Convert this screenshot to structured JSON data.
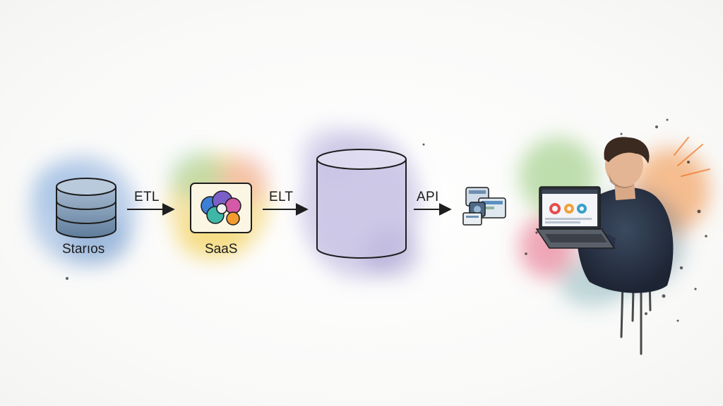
{
  "nodes": {
    "source": {
      "label": "Starıos"
    },
    "saas": {
      "label": "SaaS"
    },
    "warehouse": {
      "label": ""
    }
  },
  "edges": [
    {
      "label": "ETL"
    },
    {
      "label": "ELT"
    },
    {
      "label": "API"
    }
  ],
  "colors": {
    "source_wash": "#7fa6d6",
    "saas_wash": "#f1c94a",
    "warehouse_wash": "#a79ad0",
    "user_wash_left": "#8cc46e",
    "user_wash_right": "#f08a3c",
    "user_wash_red": "#e0506a",
    "ink": "#1e1e1e",
    "database_blue": "#6f8fb0"
  },
  "icons": [
    "database-icon",
    "saas-cloud-icon",
    "warehouse-cylinder-icon",
    "dashboard-cards-icon",
    "user-laptop-illustration"
  ]
}
